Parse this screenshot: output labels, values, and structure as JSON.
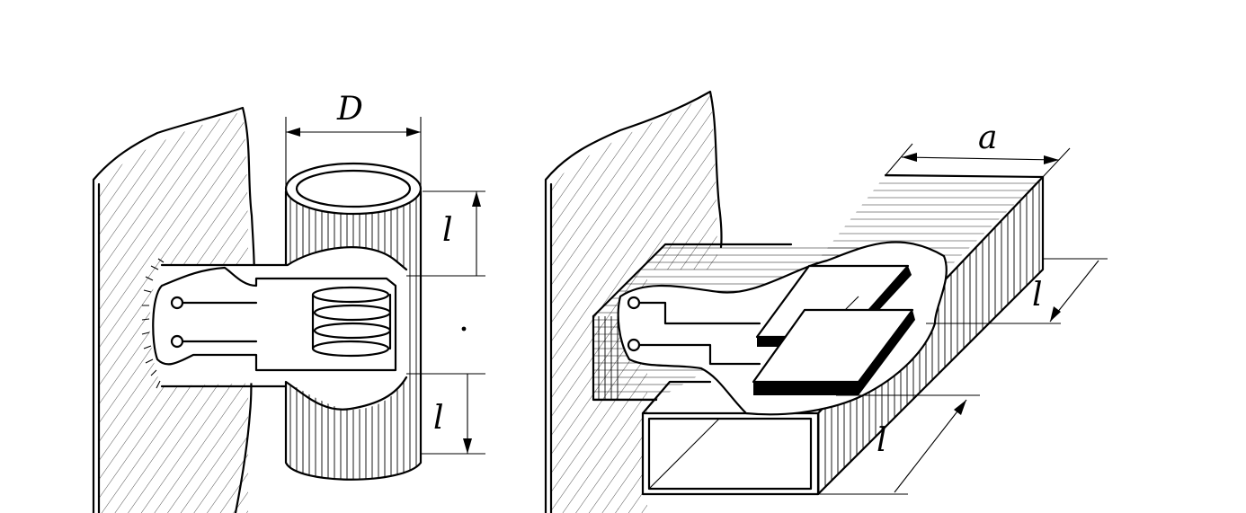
{
  "labels": {
    "left_diameter": "D",
    "left_top_length": "l",
    "left_bottom_length": "l",
    "right_width": "a",
    "right_upper_length": "l",
    "right_lower_length": "l"
  },
  "colors": {
    "ink": "#000000",
    "background": "#ffffff"
  }
}
